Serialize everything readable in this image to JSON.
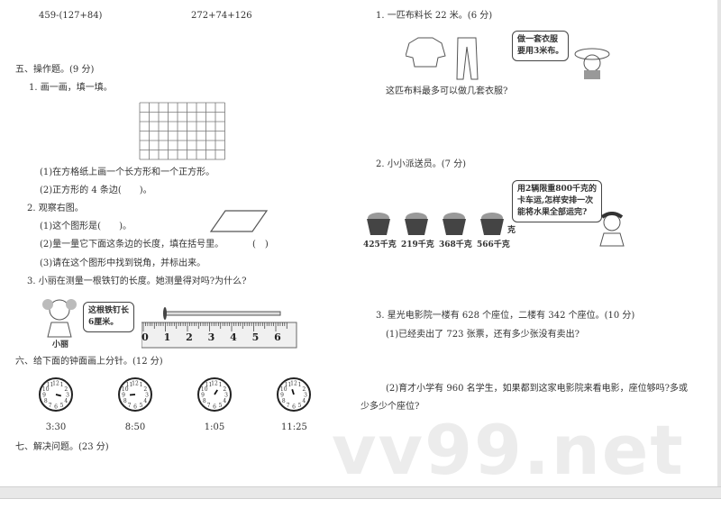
{
  "left": {
    "expr1": "459-(127+84)",
    "expr2": "272+74+126",
    "sec5": "五、操作题。(9 分)",
    "q1": "1. 画一画，填一填。",
    "q1a": "(1)在方格纸上画一个长方形和一个正方形。",
    "q1b": "(2)正方形的 4 条边(　　)。",
    "q2": "2. 观察右图。",
    "q2a": "(1)这个图形是(　　)。",
    "q2b": "(2)量一量它下面这条边的长度，填在括号里。",
    "q2b_paren": "(　)",
    "q2c": "(3)请在这个图形中找到锐角，并标出来。",
    "q3": "3. 小丽在测量一根铁钉的长度。她测量得对吗?为什么?",
    "q3_bubble": [
      "这根铁钉长",
      "6厘米。"
    ],
    "q3_name": "小丽",
    "ruler_labels": [
      "0",
      "1",
      "2",
      "3",
      "4",
      "5",
      "6"
    ],
    "sec6": "六、给下面的钟面画上分针。(12 分)",
    "clocks": [
      {
        "time": "3:30",
        "hour": 3.5
      },
      {
        "time": "8:50",
        "hour": 8.83
      },
      {
        "time": "1:05",
        "hour": 1.08
      },
      {
        "time": "11:25",
        "hour": 11.42
      }
    ],
    "sec7": "七、解决问题。(23 分)"
  },
  "right": {
    "p1": "1. 一匹布料长 22 米。(6 分)",
    "p1_bubble": [
      "做一套衣服",
      "要用3米布。"
    ],
    "p1_q": "这匹布料最多可以做几套衣服?",
    "p2": "2. 小小派送员。(7 分)",
    "p2_bubble": [
      "用2辆限重800千克的",
      "卡车运,怎样安排一次",
      "能将水果全部运完?"
    ],
    "fruits": [
      "425千克",
      "219千克",
      "368千克",
      "566千克"
    ],
    "p2_extra": "克",
    "p3": "3. 星光电影院一楼有 628 个座位，二楼有 342 个座位。(10 分)",
    "p3a": "(1)已经卖出了 723 张票，还有多少张没有卖出?",
    "p3b": "(2)育才小学有 960 名学生，如果都到这家电影院来看电影，座位够吗?多或",
    "p3b2": "少多少个座位?"
  },
  "watermark": "vv99.net"
}
